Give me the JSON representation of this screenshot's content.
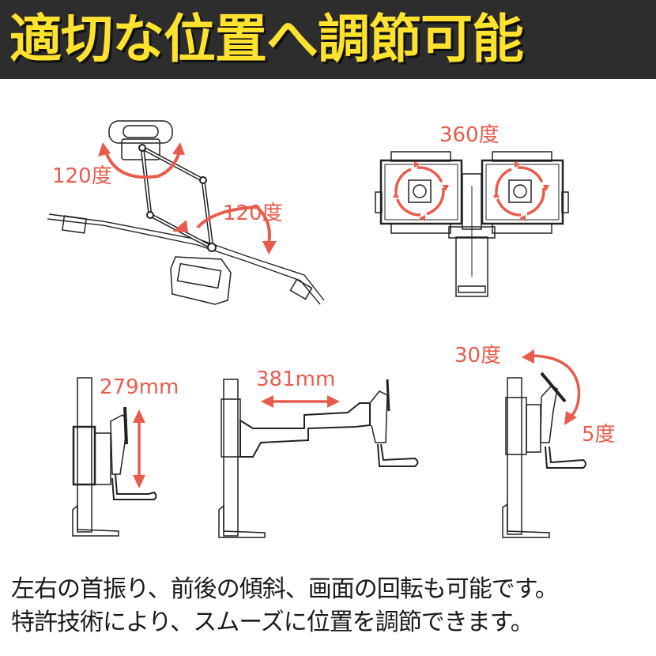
{
  "banner": {
    "title": "適切な位置へ調節可能",
    "background_color": "#2d2d2d",
    "text_color": "#ffe22e"
  },
  "figures": {
    "swing": {
      "description": "top view of dual-link arm swinging",
      "angle_top": "120度",
      "angle_bottom": "120度"
    },
    "rotation": {
      "description": "front view of dual monitors rotating",
      "angle": "360度"
    },
    "height": {
      "description": "side view height adjustment",
      "range": "279mm"
    },
    "reach": {
      "description": "side view arm extension",
      "range": "381mm"
    },
    "tilt": {
      "description": "side view tilt adjustment",
      "tilt_up": "30度",
      "tilt_down": "5度"
    }
  },
  "accent_color": "#e85c4d",
  "caption": {
    "line1": "左右の首振り、前後の傾斜、画面の回転も可能です。",
    "line2": "特許技術により、スムーズに位置を調節できます。"
  }
}
